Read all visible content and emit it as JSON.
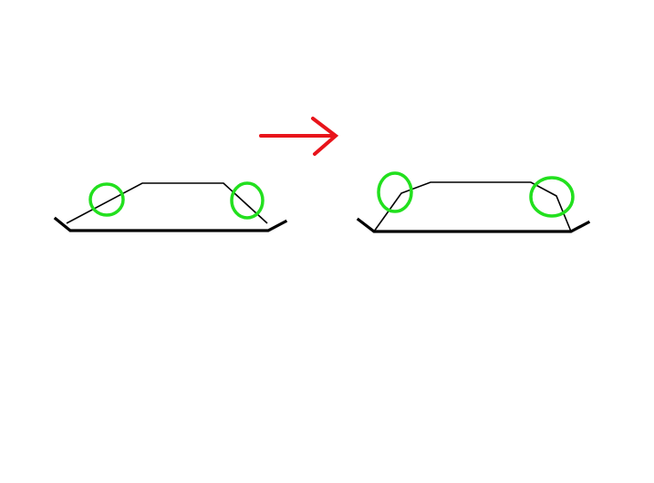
{
  "diagram": {
    "background_color": "#ffffff",
    "arrow_color": "#e8141b",
    "highlight_color": "#22e01e",
    "line_color": "#000000",
    "panels": [
      {
        "id": "before",
        "highlights": [
          "left-bend",
          "right-bend"
        ]
      },
      {
        "id": "after",
        "highlights": [
          "left-bend",
          "right-bend"
        ]
      }
    ]
  }
}
